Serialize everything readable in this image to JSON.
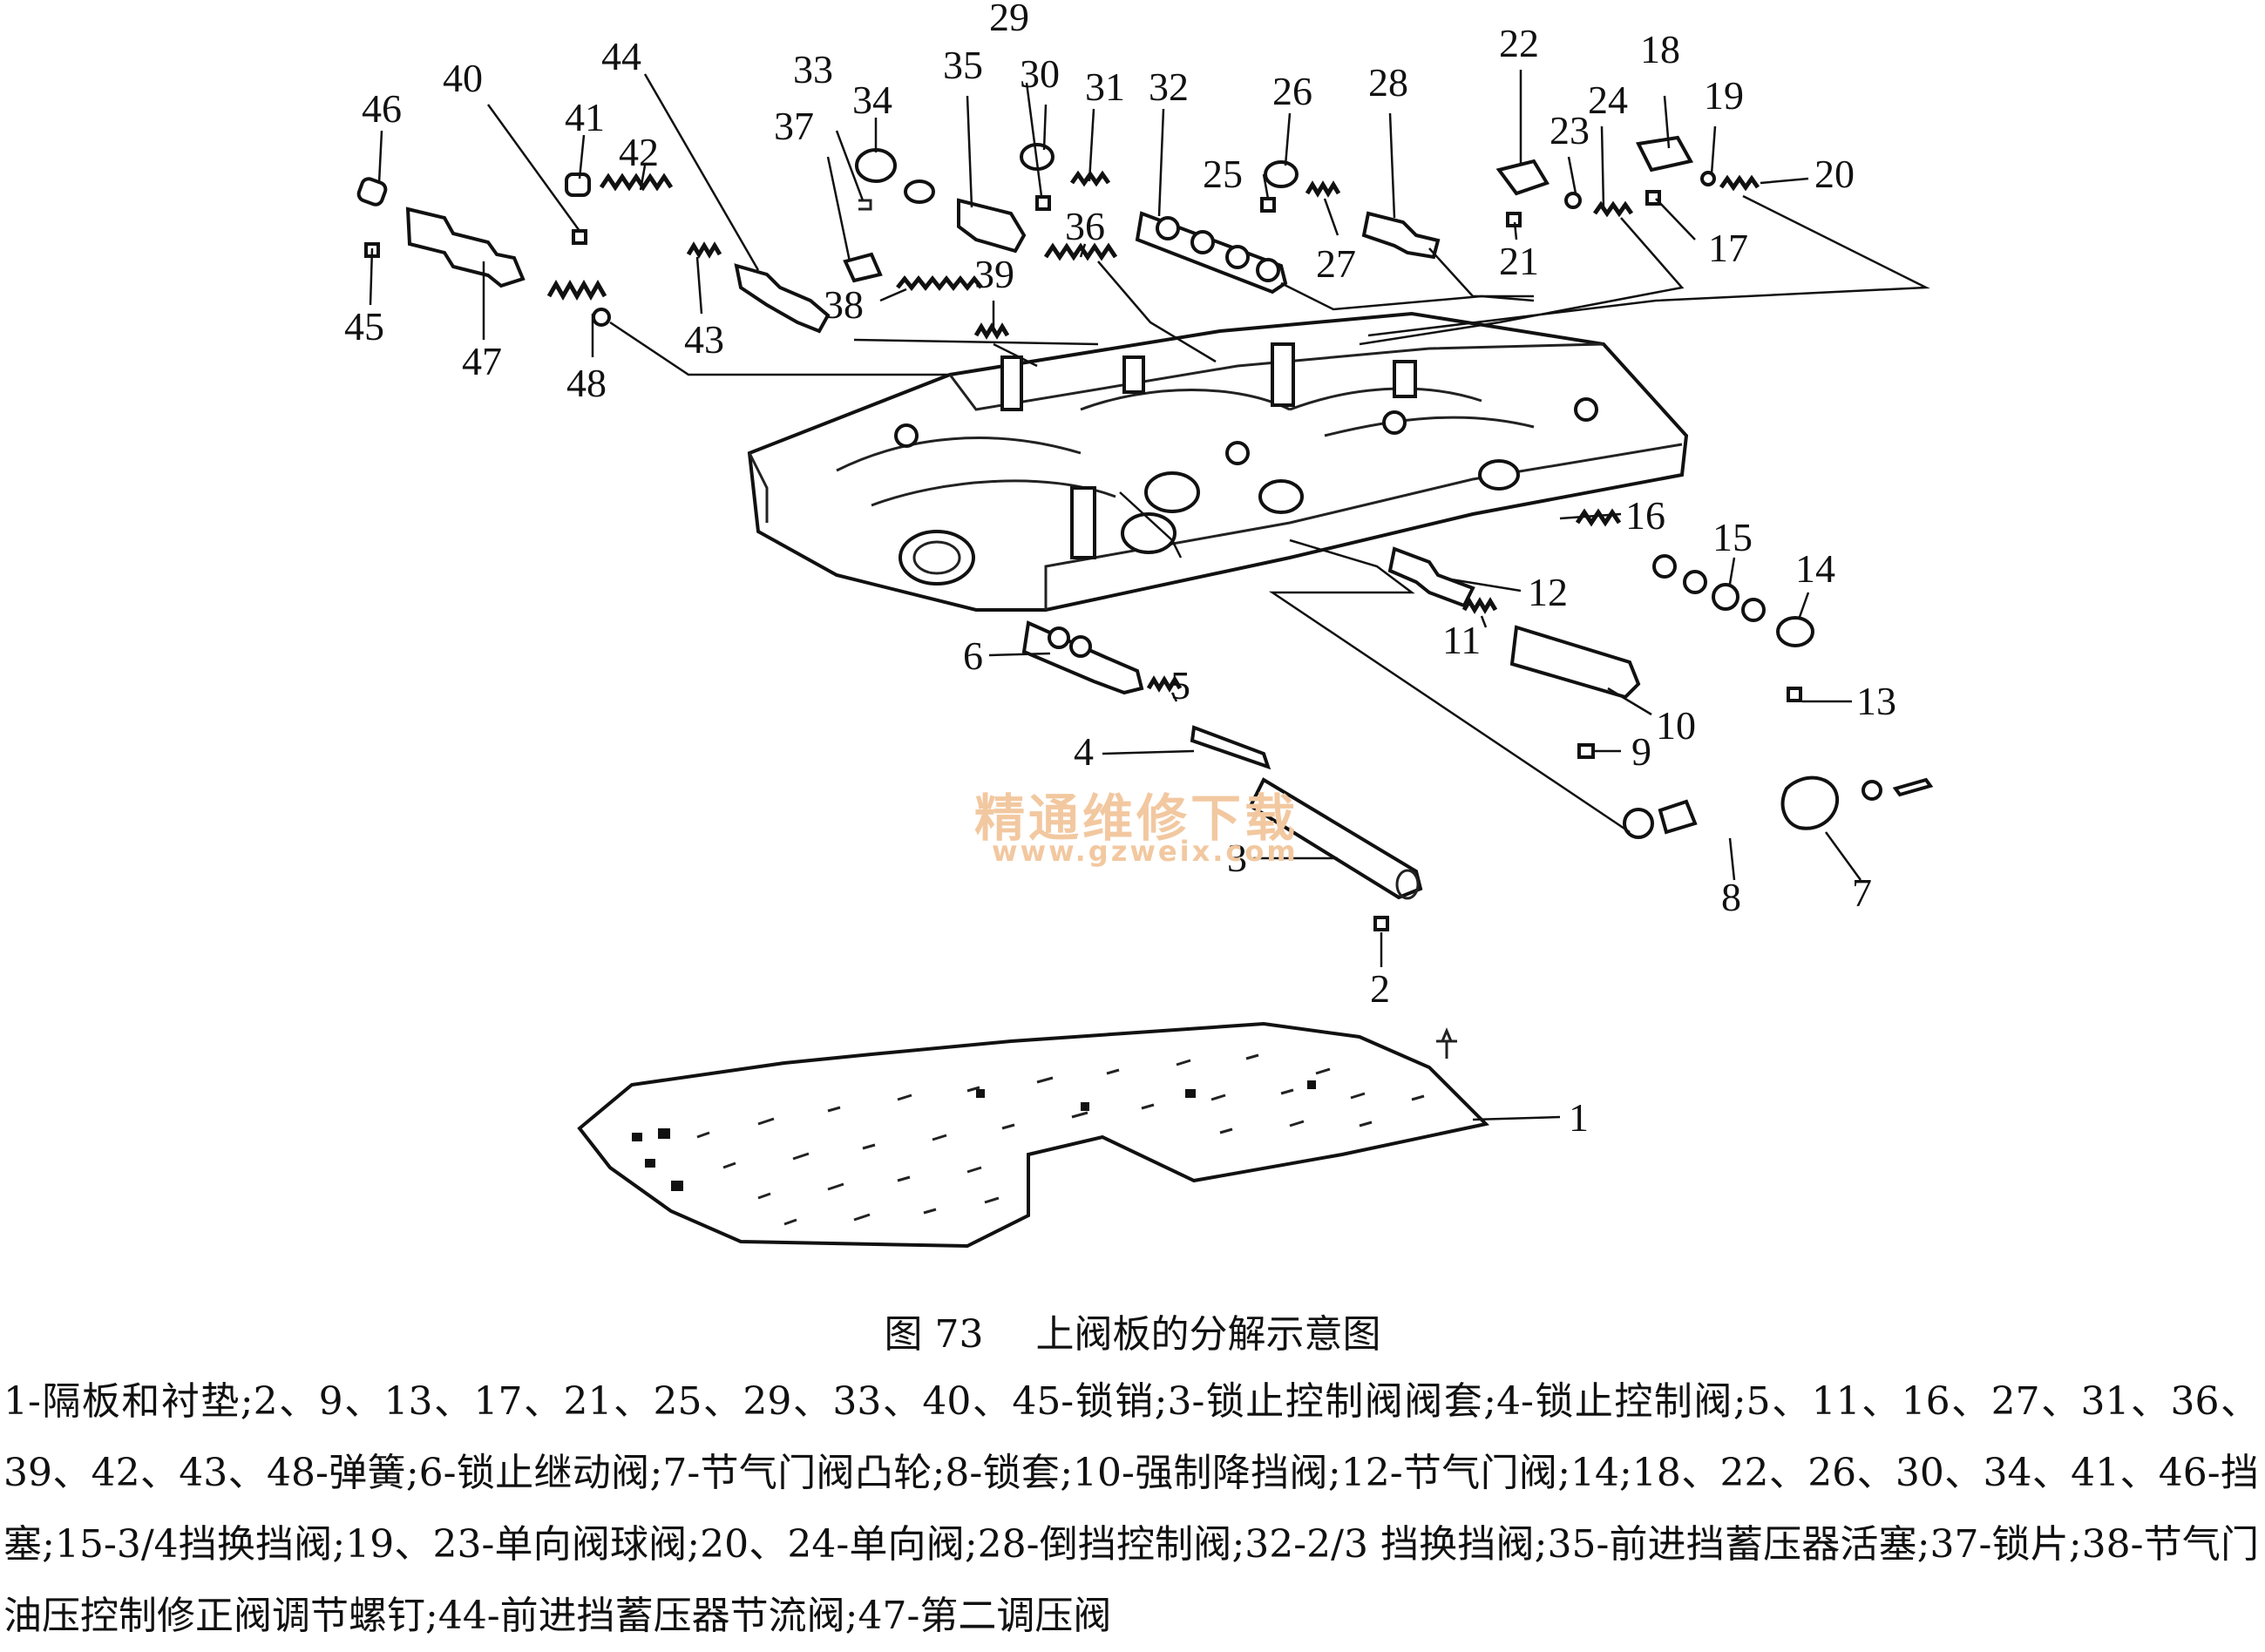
{
  "callouts": [
    {
      "id": "c1",
      "label": "1"
    },
    {
      "id": "c2",
      "label": "2"
    },
    {
      "id": "c3",
      "label": "3"
    },
    {
      "id": "c4",
      "label": "4"
    },
    {
      "id": "c5",
      "label": "5"
    },
    {
      "id": "c6",
      "label": "6"
    },
    {
      "id": "c7",
      "label": "7"
    },
    {
      "id": "c8",
      "label": "8"
    },
    {
      "id": "c9",
      "label": "9"
    },
    {
      "id": "c10",
      "label": "10"
    },
    {
      "id": "c11",
      "label": "11"
    },
    {
      "id": "c12",
      "label": "12"
    },
    {
      "id": "c13",
      "label": "13"
    },
    {
      "id": "c14",
      "label": "14"
    },
    {
      "id": "c15",
      "label": "15"
    },
    {
      "id": "c16",
      "label": "16"
    },
    {
      "id": "c17",
      "label": "17"
    },
    {
      "id": "c18",
      "label": "18"
    },
    {
      "id": "c19",
      "label": "19"
    },
    {
      "id": "c20",
      "label": "20"
    },
    {
      "id": "c21",
      "label": "21"
    },
    {
      "id": "c22",
      "label": "22"
    },
    {
      "id": "c23",
      "label": "23"
    },
    {
      "id": "c24",
      "label": "24"
    },
    {
      "id": "c25",
      "label": "25"
    },
    {
      "id": "c26",
      "label": "26"
    },
    {
      "id": "c27",
      "label": "27"
    },
    {
      "id": "c28",
      "label": "28"
    },
    {
      "id": "c29",
      "label": "29"
    },
    {
      "id": "c30",
      "label": "30"
    },
    {
      "id": "c31",
      "label": "31"
    },
    {
      "id": "c32",
      "label": "32"
    },
    {
      "id": "c33",
      "label": "33"
    },
    {
      "id": "c34",
      "label": "34"
    },
    {
      "id": "c35",
      "label": "35"
    },
    {
      "id": "c36",
      "label": "36"
    },
    {
      "id": "c37",
      "label": "37"
    },
    {
      "id": "c38",
      "label": "38"
    },
    {
      "id": "c39",
      "label": "39"
    },
    {
      "id": "c40",
      "label": "40"
    },
    {
      "id": "c41",
      "label": "41"
    },
    {
      "id": "c42",
      "label": "42"
    },
    {
      "id": "c43",
      "label": "43"
    },
    {
      "id": "c44",
      "label": "44"
    },
    {
      "id": "c45",
      "label": "45"
    },
    {
      "id": "c46",
      "label": "46"
    },
    {
      "id": "c47",
      "label": "47"
    },
    {
      "id": "c48",
      "label": "48"
    }
  ],
  "watermark": {
    "line1": "精通维修下载",
    "line2": "www.gzweix.com",
    "color": "#f2c8a0"
  },
  "caption": {
    "number": "图 73",
    "title": "上阀板的分解示意图"
  },
  "legend": "1-隔板和衬垫;2、9、13、17、21、25、29、33、40、45-锁销;3-锁止控制阀阀套;4-锁止控制阀;5、11、16、27、31、36、39、42、43、48-弹簧;6-锁止继动阀;7-节气门阀凸轮;8-锁套;10-强制降挡阀;12-节气门阀;14;18、22、26、30、34、41、46-挡塞;15-3/4挡换挡阀;19、23-单向阀球阀;20、24-单向阀;28-倒挡控制阀;32-2/3 挡换挡阀;35-前进挡蓄压器活塞;37-锁片;38-节气门油压控制修正阀调节螺钉;44-前进挡蓄压器节流阀;47-第二调压阀"
}
